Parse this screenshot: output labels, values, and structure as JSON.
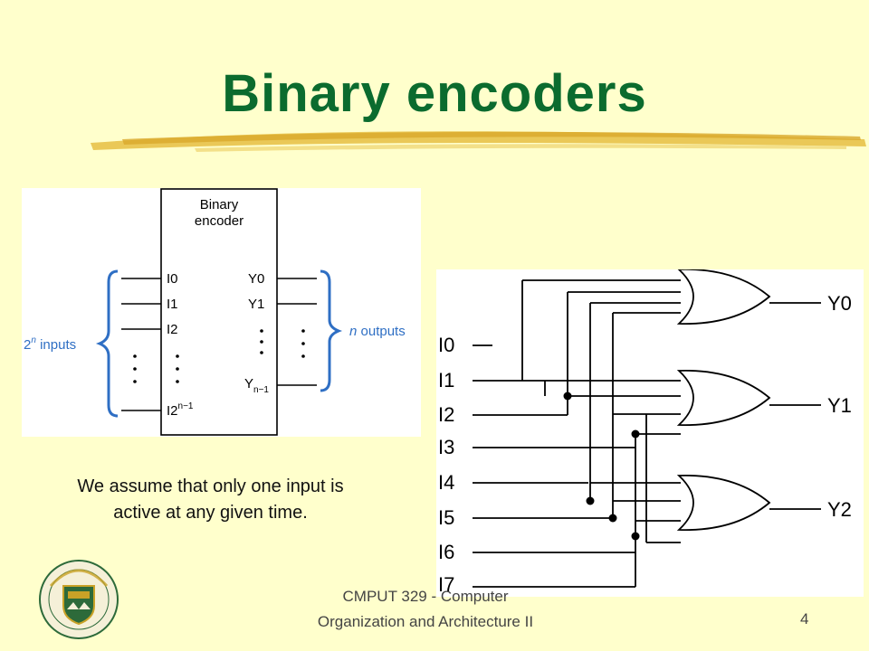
{
  "slide": {
    "title": "Binary encoders",
    "caption_line1": "We assume that only one input is",
    "caption_line2": "active at any given time.",
    "footer_line1": "CMPUT 329 - Computer",
    "footer_line2": "Organization and Architecture II",
    "page_number": "4"
  },
  "block_diagram": {
    "box_title_line1": "Binary",
    "box_title_line2": "encoder",
    "inputs": [
      "I0",
      "I1",
      "I2"
    ],
    "last_input_base": "I2",
    "last_input_exp": "n−1",
    "outputs": [
      "Y0",
      "Y1"
    ],
    "last_output_base": "Y",
    "last_output_sub": "n−1",
    "inputs_label_base": "2",
    "inputs_label_exp": "n",
    "inputs_label_text": "inputs",
    "outputs_label_italic": "n",
    "outputs_label_text": "outputs"
  },
  "gate_diagram": {
    "inputs": [
      "I0",
      "I1",
      "I2",
      "I3",
      "I4",
      "I5",
      "I6",
      "I7"
    ],
    "outputs": [
      "Y0",
      "Y1",
      "Y2"
    ]
  },
  "colors": {
    "background": "#ffffcc",
    "title": "#0b6b2e",
    "brace": "#2f6fc4"
  }
}
